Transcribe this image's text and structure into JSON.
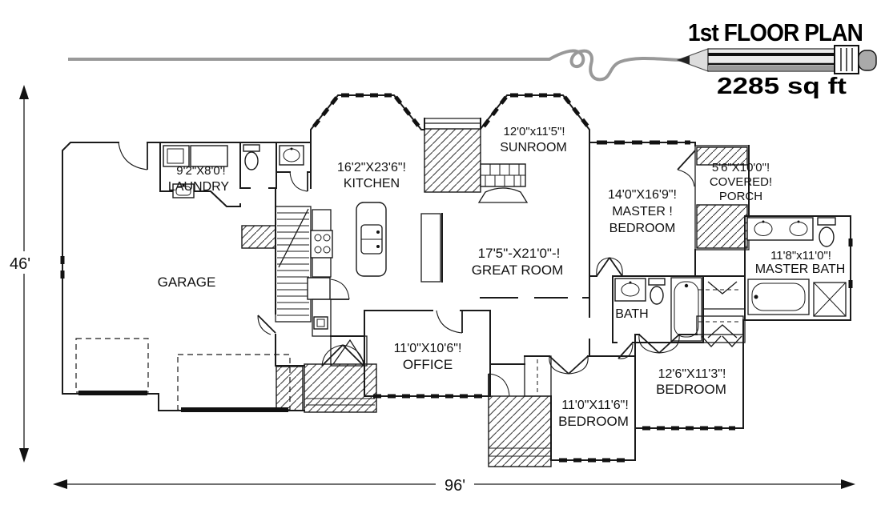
{
  "header": {
    "title": "1st FLOOR PLAN",
    "area_label": "2285 sq ft"
  },
  "plan_dimensions": {
    "height_label": "46'",
    "width_label": "96'"
  },
  "rooms": {
    "laundry": {
      "dims": "9'2\"X8'0'!",
      "name": "LAUNDRY"
    },
    "kitchen": {
      "dims": "16'2\"X23'6\"!",
      "name": "KITCHEN"
    },
    "sunroom": {
      "dims": "12'0\"x11'5\"!",
      "name": "SUNROOM"
    },
    "master_bedroom": {
      "dims": "14'0\"X16'9\"!",
      "name_line1": "MASTER !",
      "name_line2": "BEDROOM"
    },
    "covered_porch": {
      "dims": "5'6\"X10'0\"!",
      "name_line1": "COVERED!",
      "name_line2": "PORCH"
    },
    "garage": {
      "name": "GARAGE"
    },
    "great_room": {
      "dims": "17'5\"-X21'0\"-!",
      "name": "GREAT ROOM"
    },
    "master_bath": {
      "dims": "11'8\"x11'0\"!",
      "name": "MASTER BATH"
    },
    "bath": {
      "name": "BATH"
    },
    "office": {
      "dims": "11'0\"X10'6\"!",
      "name": "OFFICE"
    },
    "bedroom_front": {
      "dims": "11'0\"X11'6\"!",
      "name": "BEDROOM"
    },
    "bedroom_right": {
      "dims": "12'6\"X11'3\"!",
      "name": "BEDROOM"
    }
  },
  "colors": {
    "ink": "#1a1a1a",
    "pencil_line_gray": "#999999",
    "paper": "#ffffff"
  }
}
